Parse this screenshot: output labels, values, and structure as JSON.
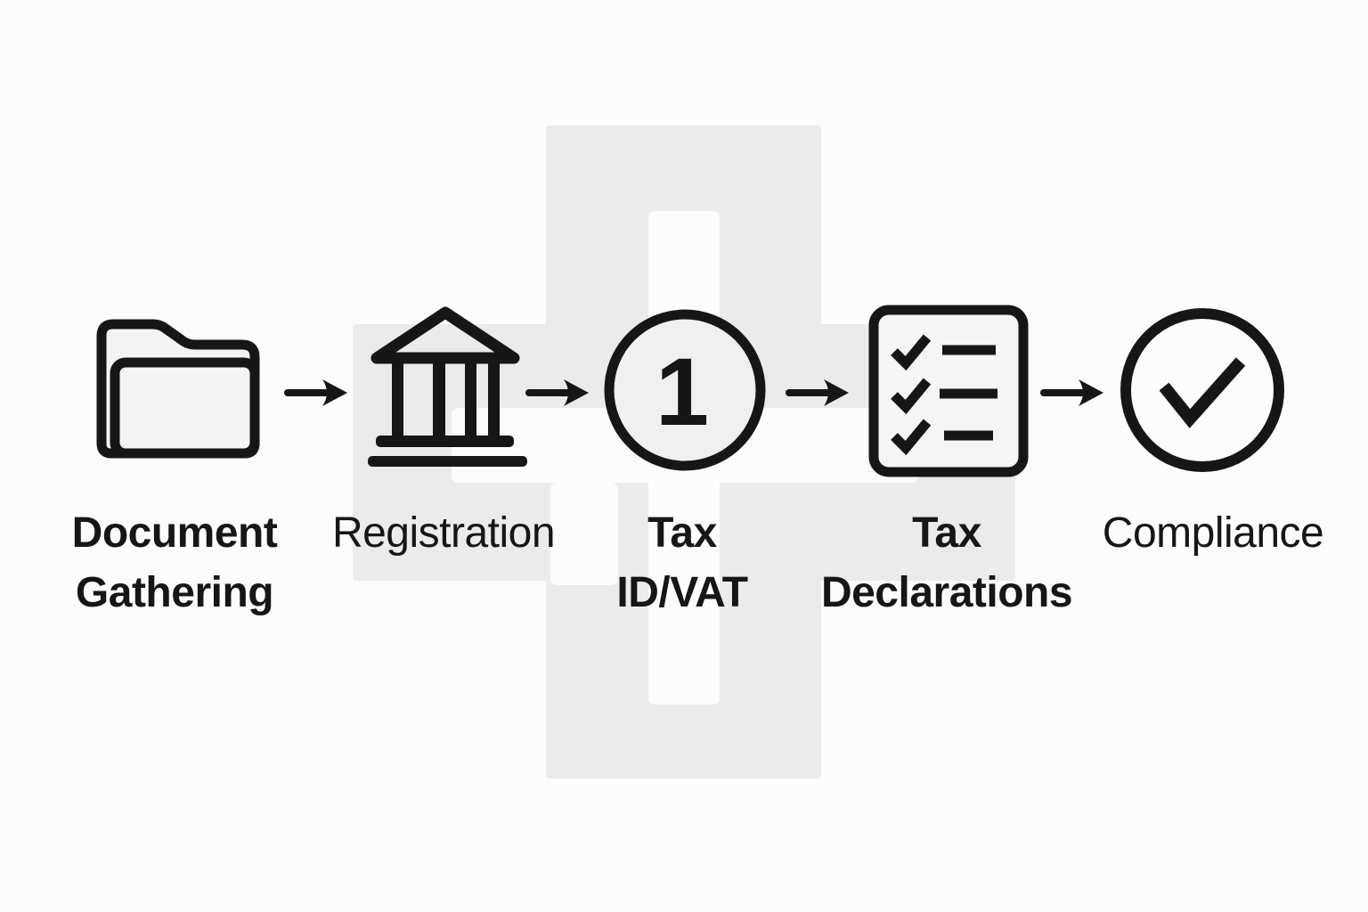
{
  "page": {
    "kind": "process-flow-diagram",
    "watermark": "swiss-cross"
  },
  "colors": {
    "ink": "#161616",
    "watermark_gray": "#ebebeb",
    "page_background": "#fcfcfc",
    "icon_fill_light": "#f3f3f3"
  },
  "flow": {
    "direction": "left-to-right",
    "connector_icon": "arrow-right-icon",
    "steps": [
      {
        "id": "document-gathering",
        "icon": "folder-icon",
        "label_lines": [
          "Document",
          "Gathering"
        ]
      },
      {
        "id": "registration",
        "icon": "bank-icon",
        "label_lines": [
          "Registration",
          ""
        ]
      },
      {
        "id": "tax-id-vat",
        "icon": "number-1-circle-icon",
        "badge_number": "1",
        "label_lines": [
          "Tax",
          "ID/VAT"
        ]
      },
      {
        "id": "tax-declarations",
        "icon": "checklist-icon",
        "label_lines": [
          "Tax",
          "Declarations"
        ]
      },
      {
        "id": "compliance",
        "icon": "check-circle-icon",
        "label_lines": [
          "Compliance",
          ""
        ]
      }
    ]
  }
}
